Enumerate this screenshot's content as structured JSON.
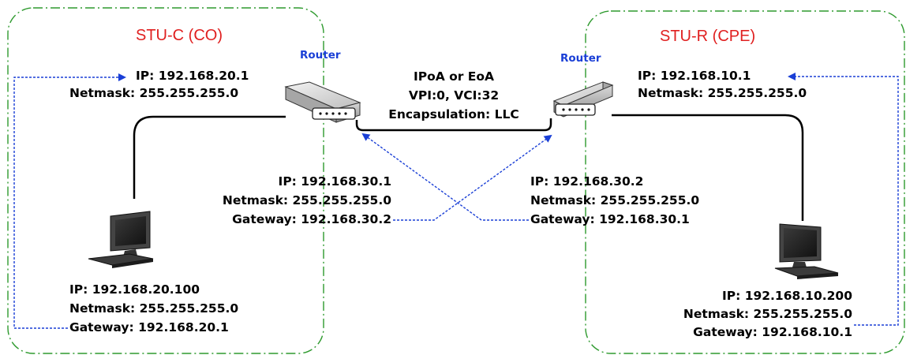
{
  "zones": {
    "co": {
      "title": "STU-C (CO)"
    },
    "cpe": {
      "title": "STU-R (CPE)"
    }
  },
  "routers": {
    "co": {
      "label": "Router"
    },
    "cpe": {
      "label": "Router"
    }
  },
  "link": {
    "line1": "IPoA or EoA",
    "line2": "VPI:0, VCI:32",
    "line3": "Encapsulation: LLC"
  },
  "router_co_lan": {
    "ip": "IP: 192.168.20.1",
    "netmask": "Netmask: 255.255.255.0"
  },
  "router_cpe_lan": {
    "ip": "IP: 192.168.10.1",
    "netmask": "Netmask: 255.255.255.0"
  },
  "router_co_wan": {
    "ip": "IP: 192.168.30.1",
    "netmask": "Netmask: 255.255.255.0",
    "gateway": "Gateway: 192.168.30.2"
  },
  "router_cpe_wan": {
    "ip": "IP: 192.168.30.2",
    "netmask": "Netmask: 255.255.255.0",
    "gateway": "Gateway: 192.168.30.1"
  },
  "host_co": {
    "ip": "IP: 192.168.20.100",
    "netmask": "Netmask: 255.255.255.0",
    "gateway": "Gateway: 192.168.20.1"
  },
  "host_cpe": {
    "ip": "IP: 192.168.10.200",
    "netmask": "Netmask: 255.255.255.0",
    "gateway": "Gateway: 192.168.10.1"
  },
  "colors": {
    "zone_border": "#2e9a2e",
    "zone_title": "#e02020",
    "router_label": "#1a3fd6",
    "gateway_arrow": "#1a3fd6",
    "cable": "#000000"
  },
  "icons": {
    "router": "router-icon",
    "computer": "computer-icon"
  }
}
